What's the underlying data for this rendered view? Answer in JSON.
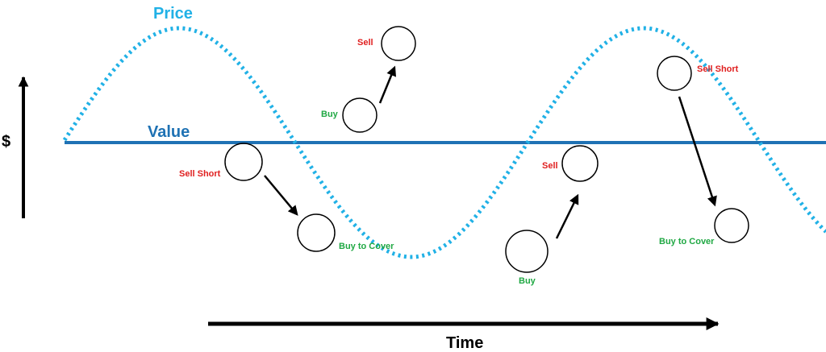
{
  "labels": {
    "price": "Price",
    "value": "Value",
    "dollar": "$",
    "time": "Time"
  },
  "annotations": [
    {
      "id": "sell-short-1",
      "text": "Sell Short",
      "action": "sell"
    },
    {
      "id": "buy-to-cover-1",
      "text": "Buy to Cover",
      "action": "buy"
    },
    {
      "id": "buy-1",
      "text": "Buy",
      "action": "buy"
    },
    {
      "id": "sell-1",
      "text": "Sell",
      "action": "sell"
    },
    {
      "id": "buy-2",
      "text": "Buy",
      "action": "buy"
    },
    {
      "id": "sell-2",
      "text": "Sell",
      "action": "sell"
    },
    {
      "id": "sell-short-2",
      "text": "Sell Short",
      "action": "sell"
    },
    {
      "id": "buy-to-cover-2",
      "text": "Buy to Cover",
      "action": "buy"
    }
  ],
  "colors": {
    "price_curve": "#21b1e6",
    "value_line": "#1f72b4",
    "sell": "#e02020",
    "buy": "#1fa843",
    "arrow": "#000000"
  }
}
